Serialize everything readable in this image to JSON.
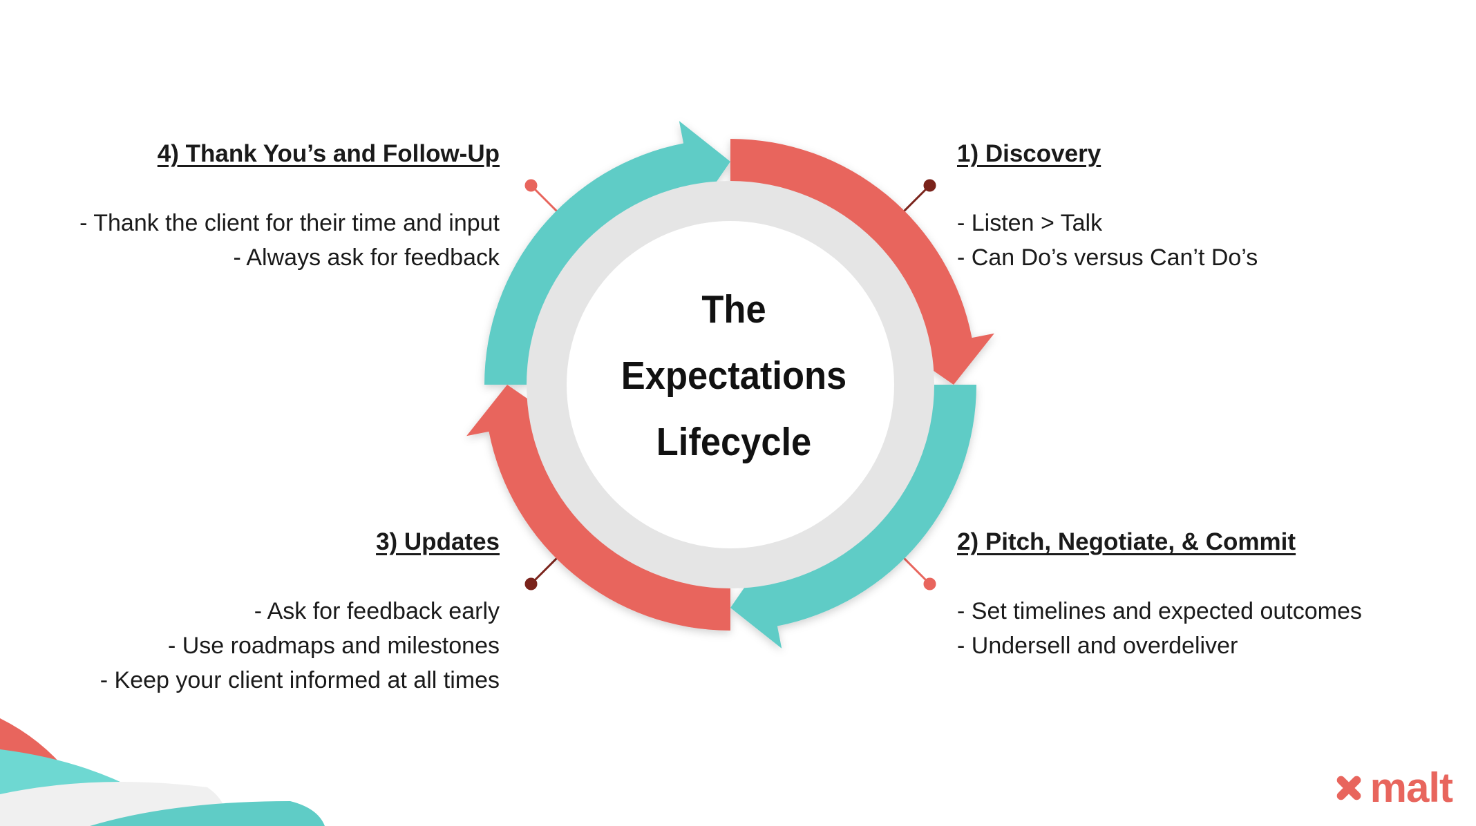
{
  "title_lines": [
    "The",
    "Expectations",
    "Lifecycle"
  ],
  "steps": [
    {
      "heading": "1) Discovery",
      "bullets": [
        "- Listen > Talk",
        "- Can Do’s versus Can’t Do’s"
      ]
    },
    {
      "heading": "2) Pitch, Negotiate, & Commit",
      "bullets": [
        "- Set timelines and expected outcomes",
        "- Undersell and overdeliver"
      ]
    },
    {
      "heading": "3) Updates",
      "bullets": [
        "- Ask for feedback early",
        "- Use roadmaps and milestones",
        "- Keep your client informed at all times"
      ]
    },
    {
      "heading": "4) Thank You’s and Follow-Up",
      "bullets": [
        "- Thank the client for their time and input",
        "- Always ask for feedback"
      ]
    }
  ],
  "logo": {
    "text": "malt",
    "icon": "malt-logo-icon"
  },
  "colors": {
    "coral": "#E8655D",
    "teal": "#5FCCC6",
    "inner_ring": "#E5E5E5",
    "pin": "#7A231B",
    "text": "#1A1A1A"
  }
}
